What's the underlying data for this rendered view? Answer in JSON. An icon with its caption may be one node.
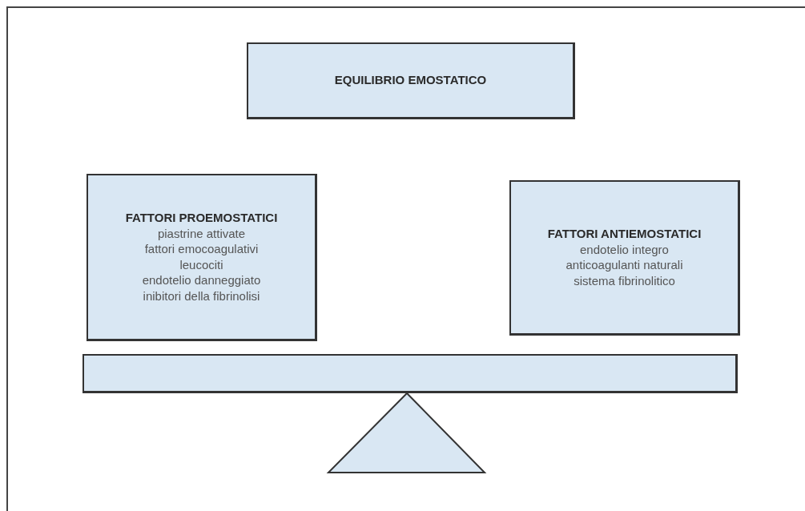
{
  "diagram": {
    "nodes": [
      {
        "text": [
          "EQUILIBRIO EMOSTATICO"
        ]
      },
      {
        "text": [
          "FATTORI PROEMOSTATICI",
          "piastrine attivate",
          "fattori emocoagulativi",
          "leucociti",
          "endotelio danneggiato",
          "inibitori della fibrinolisi"
        ]
      },
      {
        "text": [
          "FATTORI ANTIEMOSTATICI",
          "endotelio integro",
          "anticoagulanti naturali",
          "sistema fibrinolitico"
        ]
      },
      {
        "text": [],
        "shape": "bar"
      },
      {
        "text": [],
        "shape": "triangle"
      }
    ]
  }
}
